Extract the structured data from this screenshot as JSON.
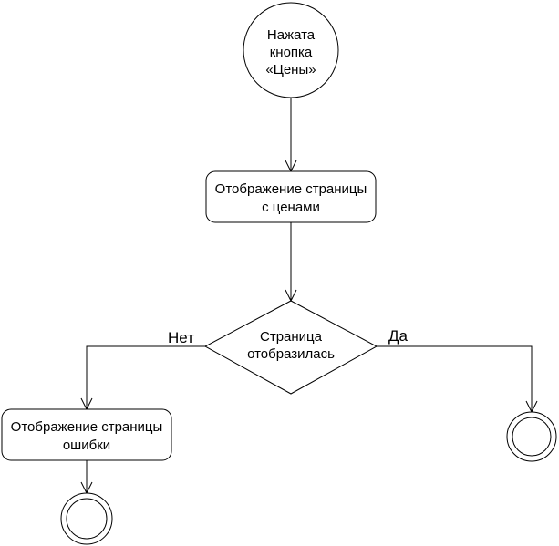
{
  "nodes": {
    "start": {
      "lines": [
        "Нажата",
        "кнопка",
        "«Цены»"
      ]
    },
    "show_prices": {
      "lines": [
        "Отображение страницы",
        "с ценами"
      ]
    },
    "decision": {
      "lines": [
        "Страница",
        "отобразилась"
      ]
    },
    "show_error": {
      "lines": [
        "Отображение страницы",
        "ошибки"
      ]
    }
  },
  "edges": {
    "no_label": "Нет",
    "yes_label": "Да"
  },
  "colors": {
    "stroke": "#000000",
    "fill": "#ffffff"
  }
}
